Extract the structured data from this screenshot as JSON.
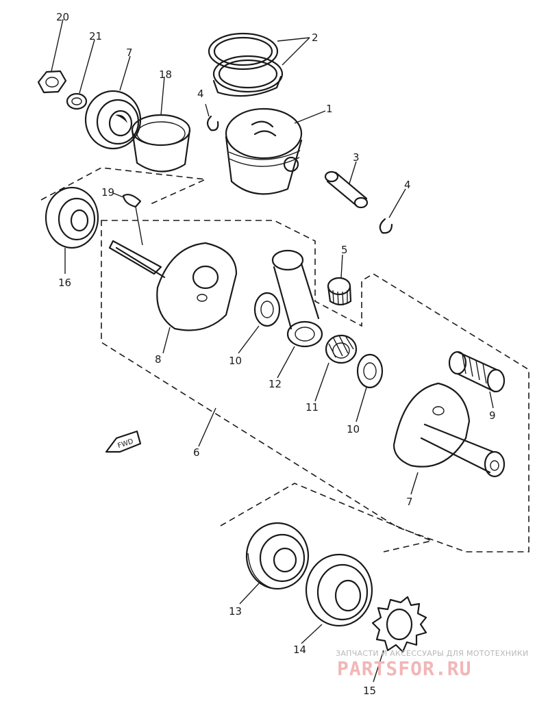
{
  "diagram": {
    "labels": {
      "p1": "1",
      "p2": "2",
      "p3": "3",
      "p4a": "4",
      "p4b": "4",
      "p5": "5",
      "p6": "6",
      "p7a": "7",
      "p7b": "7",
      "p8": "8",
      "p9": "9",
      "p10a": "10",
      "p10b": "10",
      "p11": "11",
      "p12": "12",
      "p13": "13",
      "p14": "14",
      "p15": "15",
      "p16": "16",
      "p18": "18",
      "p19": "19",
      "p20": "20",
      "p21": "21"
    },
    "front_arrow": "FWD"
  },
  "watermark": {
    "tagline": "ЗАПЧАСТИ И АКСЕССУАРЫ ДЛЯ МОТОТЕХНИКИ",
    "brand": "PARTSFOR.RU"
  }
}
